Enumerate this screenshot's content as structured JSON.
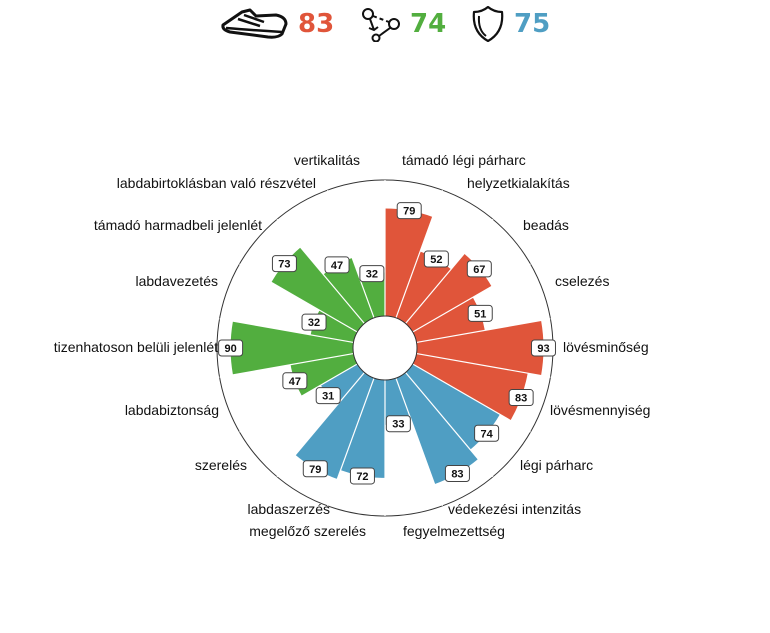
{
  "header": {
    "scores": [
      {
        "icon": "shoe-icon",
        "value": "83",
        "color": "#e0553a"
      },
      {
        "icon": "network-icon",
        "value": "74",
        "color": "#52ae3f"
      },
      {
        "icon": "shield-icon",
        "value": "75",
        "color": "#4f9ec3"
      }
    ]
  },
  "chart_data": {
    "type": "polar-bar",
    "range": [
      0,
      100
    ],
    "groups": [
      {
        "name": "attack",
        "color": "#e0553a"
      },
      {
        "name": "possession",
        "color": "#52ae3f"
      },
      {
        "name": "defence",
        "color": "#4f9ec3"
      }
    ],
    "slices": [
      {
        "label": "támadó légi párharc",
        "value": 79,
        "group": 0
      },
      {
        "label": "helyzetkialakítás",
        "value": 52,
        "group": 0
      },
      {
        "label": "beadás",
        "value": 67,
        "group": 0
      },
      {
        "label": "cselezés",
        "value": 51,
        "group": 0
      },
      {
        "label": "lövésminőség",
        "value": 93,
        "group": 0
      },
      {
        "label": "lövésmennyiség",
        "value": 83,
        "group": 0
      },
      {
        "label": "légi párharc",
        "value": 74,
        "group": 2
      },
      {
        "label": "védekezési intenzitás",
        "value": 83,
        "group": 2
      },
      {
        "label": "fegyelmezettség",
        "value": 33,
        "group": 2
      },
      {
        "label": "megelőző szerelés",
        "value": 72,
        "group": 2
      },
      {
        "label": "labdaszerzés",
        "value": 79,
        "group": 2
      },
      {
        "label": "szerelés",
        "value": 31,
        "group": 2
      },
      {
        "label": "labdabiztonság",
        "value": 47,
        "group": 1
      },
      {
        "label": "tizenhatoson belüli jelenlét",
        "value": 90,
        "group": 1
      },
      {
        "label": "labdavezetés",
        "value": 32,
        "group": 1
      },
      {
        "label": "támadó harmadbeli jelenlét",
        "value": 73,
        "group": 1
      },
      {
        "label": "labdabirtoklásban való részvétel",
        "value": 47,
        "group": 1
      },
      {
        "label": "vertikalitás",
        "value": 32,
        "group": 1
      }
    ]
  }
}
